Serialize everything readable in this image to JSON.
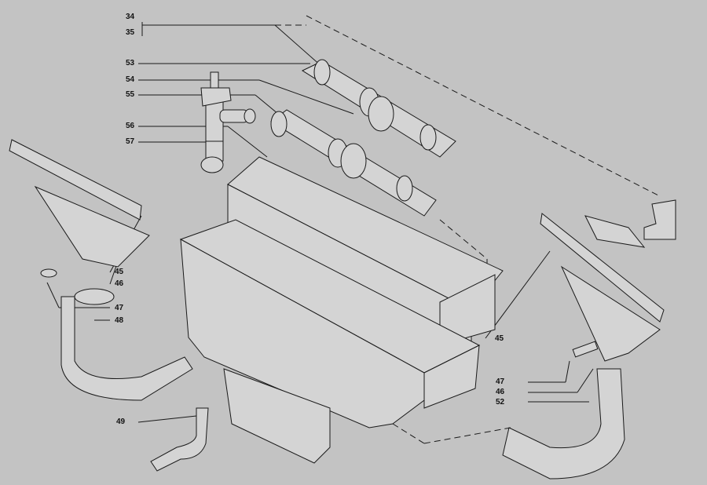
{
  "diagram": {
    "colors": {
      "background": "#c3c3c3",
      "line": "#1a1a1a",
      "part_fill": "#d4d4d4"
    },
    "callouts_left": [
      "34",
      "35",
      "53",
      "54",
      "55",
      "56",
      "57"
    ],
    "callouts_left_duct": [
      "45",
      "46",
      "47",
      "48"
    ],
    "callout_hose": "49",
    "callouts_right": [
      "45",
      "47",
      "46",
      "52"
    ]
  }
}
